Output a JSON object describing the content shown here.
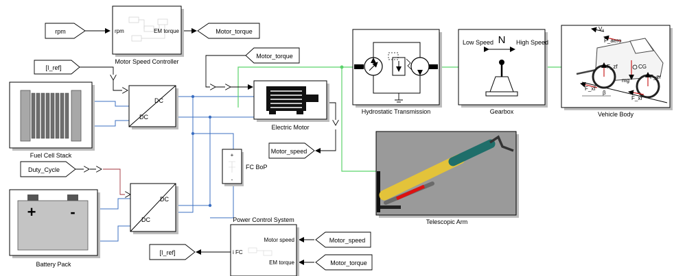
{
  "blocks": {
    "motor_speed_controller": {
      "title": "Motor Speed Controller",
      "in_port": "rpm",
      "out_port": "EM torque"
    },
    "fuel_cell_stack": {
      "title": "Fuel Cell Stack"
    },
    "battery_pack": {
      "title": "Battery Pack",
      "plus": "+",
      "minus": "-"
    },
    "dc_dc_top": {
      "top": "DC",
      "bottom": "DC"
    },
    "dc_dc_bottom": {
      "top": "DC",
      "bottom": "DC"
    },
    "electric_motor": {
      "title": "Electric Motor"
    },
    "fc_bop": {
      "title": "FC BoP",
      "plus": "+",
      "minus": "-"
    },
    "power_control_system": {
      "title": "Power Control System",
      "in_1": "Motor speed",
      "in_2": "EM torque",
      "out_1": "i FC"
    },
    "hydrostatic_transmission": {
      "title": "Hydrostatic Transmission"
    },
    "gearbox": {
      "title": "Gearbox",
      "neutral": "N",
      "low": "Low Speed",
      "high": "High Speed"
    },
    "vehicle_body": {
      "title": "Vehicle Body",
      "v": "Vₓ",
      "faero": "F_aero",
      "fzf": "F_zf",
      "fzr": "F_zr",
      "fxf": "F_xf",
      "fxr": "F_xr",
      "mg": "mg",
      "cg": "CG",
      "beta": "β"
    },
    "telescopic_arm": {
      "title": "Telescopic Arm"
    }
  },
  "tags": {
    "rpm_in": "rpm",
    "torque_out": "Motor_torque",
    "torque_to_motor": "Motor_torque",
    "i_ref_in": "[I_ref]",
    "duty_cycle": "Duty_Cycle",
    "speed_out": "Motor_speed",
    "i_ref_out": "[I_ref]",
    "speed_in": "Motor_speed",
    "torque_in": "Motor_torque"
  },
  "colors": {
    "electrical_wire": "#3b6fc2",
    "mechanical_wire": "#5ad36a",
    "signal_wire": "#000000",
    "duty_wire": "#a0303a",
    "arm_yellow": "#e3c33a",
    "arm_teal": "#1f6e6a",
    "arm_bg": "#9a9a9a"
  }
}
